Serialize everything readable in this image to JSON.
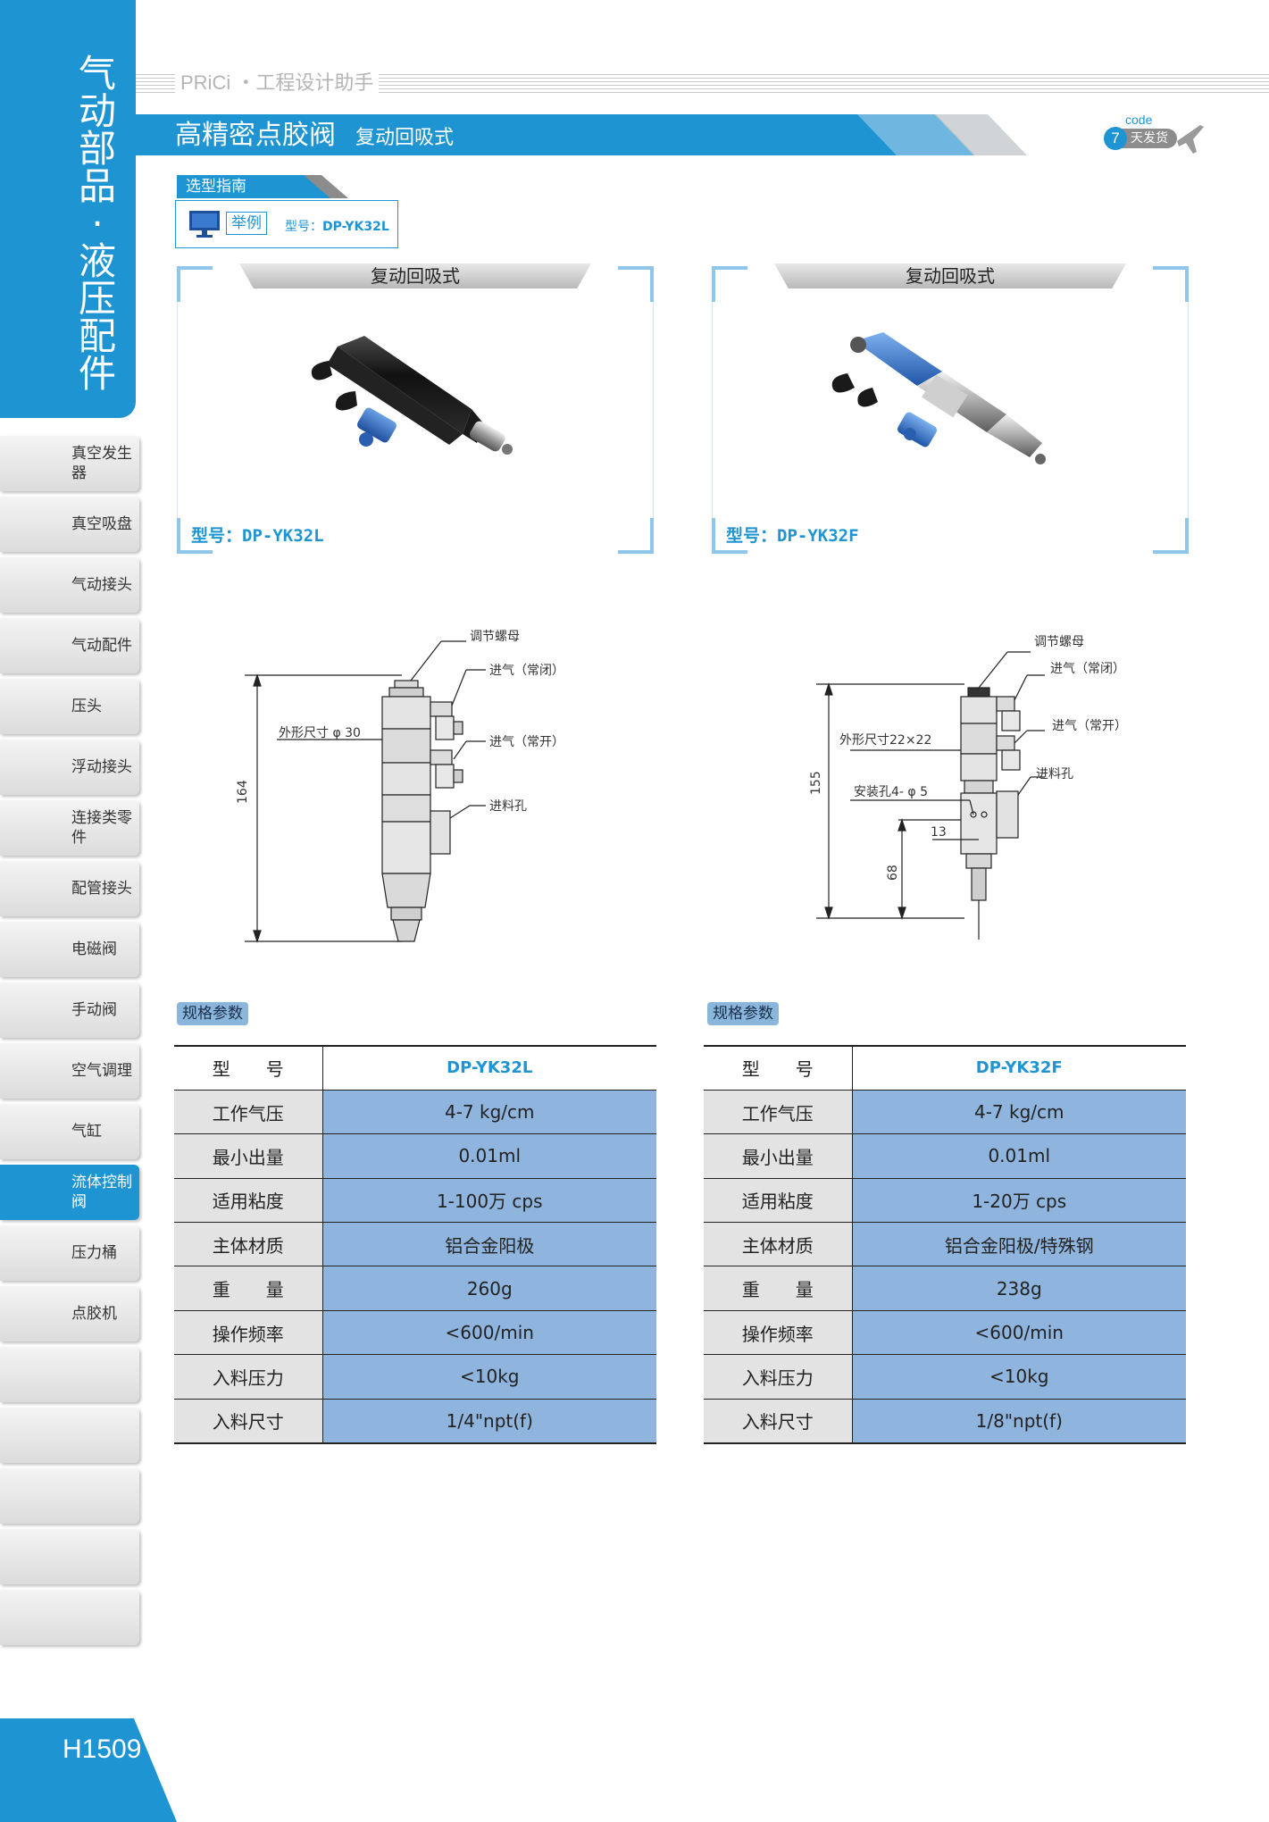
{
  "sidebar": {
    "category_title": "气动部品·液压配件",
    "items": [
      {
        "label": "真空发生器",
        "active": false
      },
      {
        "label": "真空吸盘",
        "active": false
      },
      {
        "label": "气动接头",
        "active": false
      },
      {
        "label": "气动配件",
        "active": false
      },
      {
        "label": "压头",
        "active": false
      },
      {
        "label": "浮动接头",
        "active": false
      },
      {
        "label": "连接类零件",
        "active": false
      },
      {
        "label": "配管接头",
        "active": false
      },
      {
        "label": "电磁阀",
        "active": false
      },
      {
        "label": "手动阀",
        "active": false
      },
      {
        "label": "空气调理",
        "active": false
      },
      {
        "label": "气缸",
        "active": false
      },
      {
        "label": "流体控制阀",
        "active": true
      },
      {
        "label": "压力桶",
        "active": false
      },
      {
        "label": "点胶机",
        "active": false
      },
      {
        "label": "",
        "active": false
      },
      {
        "label": "",
        "active": false
      },
      {
        "label": "",
        "active": false
      },
      {
        "label": "",
        "active": false
      },
      {
        "label": "",
        "active": false
      }
    ],
    "page_number": "H1509"
  },
  "header": {
    "brand": "PRiCi ・工程设计助手",
    "title": "高精密点胶阀",
    "subtitle": "复动回吸式",
    "badge": {
      "code": "code",
      "days": "7",
      "text": "天发货"
    }
  },
  "guide": {
    "label": "选型指南",
    "example_tag": "举例",
    "example_prefix": "型号：",
    "example_model": "DP-YK32L"
  },
  "products": [
    {
      "heading": "复动回吸式",
      "model_prefix": "型号：",
      "model": "DP-YK32L"
    },
    {
      "heading": "复动回吸式",
      "model_prefix": "型号：",
      "model": "DP-YK32F"
    }
  ],
  "drawings": {
    "left": {
      "adjust_nut": "调节螺母",
      "air_in_closed": "进气（常闭）",
      "outer_size": "外形尺寸 φ 30",
      "air_in_open": "进气（常开）",
      "feed_hole": "进料孔",
      "height": "164"
    },
    "right": {
      "adjust_nut": "调节螺母",
      "air_in_closed": "进气（常闭）",
      "outer_size": "外形尺寸22×22",
      "air_in_open": "进气（常开）",
      "feed_hole": "进料孔",
      "mount_hole": "安装孔4- φ 5",
      "height": "155",
      "dim_68": "68",
      "dim_13": "13"
    }
  },
  "specs": [
    {
      "tag": "规格参数",
      "header": {
        "key": "型　　号",
        "value": "DP-YK32L"
      },
      "rows": [
        {
          "key": "工作气压",
          "value": "4-7 kg/cm"
        },
        {
          "key": "最小出量",
          "value": "0.01ml"
        },
        {
          "key": "适用粘度",
          "value": "1-100万 cps"
        },
        {
          "key": "主体材质",
          "value": "铝合金阳极"
        },
        {
          "key": "重　　量",
          "value": "260g"
        },
        {
          "key": "操作频率",
          "value": "<600/min"
        },
        {
          "key": "入料压力",
          "value": "<10kg"
        },
        {
          "key": "入料尺寸",
          "value": "1/4\"npt(f)"
        }
      ]
    },
    {
      "tag": "规格参数",
      "header": {
        "key": "型　　号",
        "value": "DP-YK32F"
      },
      "rows": [
        {
          "key": "工作气压",
          "value": "4-7 kg/cm"
        },
        {
          "key": "最小出量",
          "value": "0.01ml"
        },
        {
          "key": "适用粘度",
          "value": "1-20万 cps"
        },
        {
          "key": "主体材质",
          "value": "铝合金阳极/特殊钢"
        },
        {
          "key": "重　　量",
          "value": "238g"
        },
        {
          "key": "操作频率",
          "value": "<600/min"
        },
        {
          "key": "入料压力",
          "value": "<10kg"
        },
        {
          "key": "入料尺寸",
          "value": "1/8\"npt(f)"
        }
      ]
    }
  ]
}
